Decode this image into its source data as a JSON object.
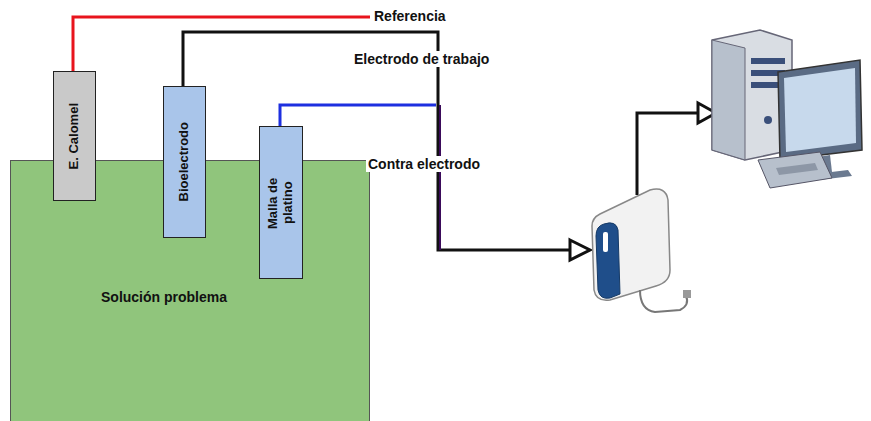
{
  "diagram": {
    "nodes": [
      {
        "text": [
          "Solución problema"
        ]
      },
      {
        "text": [
          "E. Calomel"
        ],
        "in": 0
      },
      {
        "text": [
          "Bioelectrodo"
        ],
        "in": 0
      },
      {
        "text": [
          "Malla de platino"
        ],
        "in": 0
      }
    ],
    "labels": [
      "Referencia",
      "Electrodo de trabajo",
      "Contra electrodo"
    ]
  }
}
